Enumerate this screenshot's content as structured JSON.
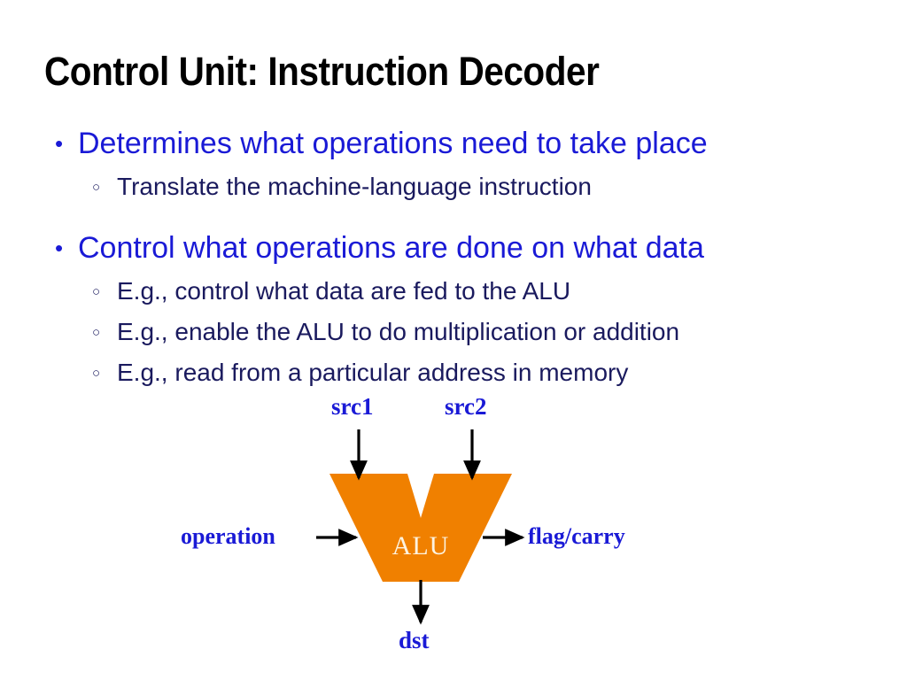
{
  "slide": {
    "title": "Control Unit: Instruction Decoder",
    "background_color": "#ffffff",
    "title_color": "#000000"
  },
  "colors": {
    "bullet_level1": "#1a1ad6",
    "bullet_level2": "#1a1a5e",
    "alu_fill": "#f08000",
    "alu_label": "#fdf3e0",
    "arrow": "#000000"
  },
  "content": {
    "groups": [
      {
        "bullet_marker": "•",
        "text": "Determines what operations need to take place",
        "subs": [
          {
            "marker": "○",
            "text": "Translate the machine-language instruction"
          }
        ]
      },
      {
        "bullet_marker": "•",
        "text": "Control what operations are done on what data",
        "subs": [
          {
            "marker": "○",
            "text": "E.g., control what data are fed to the ALU"
          },
          {
            "marker": "○",
            "text": "E.g., enable the ALU to do multiplication or addition"
          },
          {
            "marker": "○",
            "text": "E.g., read from a particular address in memory"
          }
        ]
      }
    ]
  },
  "diagram": {
    "name": "alu-block-diagram",
    "unit_label": "ALU",
    "inputs": {
      "src1": "src1",
      "src2": "src2",
      "operation": "operation"
    },
    "outputs": {
      "flag_carry": "flag/carry",
      "dst": "dst"
    }
  }
}
